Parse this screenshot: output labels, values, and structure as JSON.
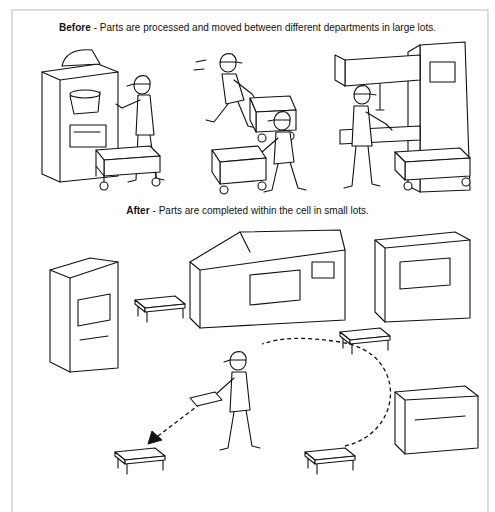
{
  "diagram": {
    "labels": [
      "Before",
      "- Parts are processed and moved between different departments in large lots.",
      "After",
      "- Parts are completed within the cell in small lots."
    ]
  }
}
